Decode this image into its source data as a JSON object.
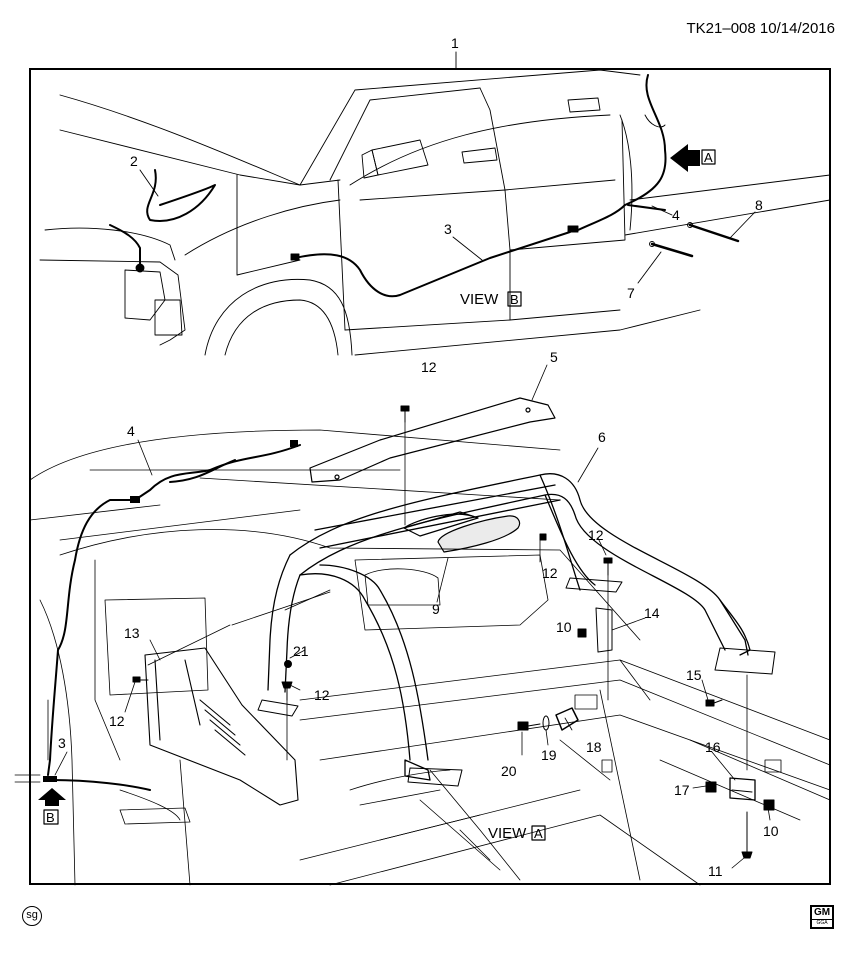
{
  "header": {
    "code": "TK21–008",
    "date": "10/14/2016"
  },
  "callouts": {
    "c1": "1",
    "c2": "2",
    "c3a": "3",
    "c4a": "4",
    "c5": "5",
    "c6": "6",
    "c7": "7",
    "c8": "8",
    "c9": "9",
    "c10a": "10",
    "c11": "11",
    "c12a": "12",
    "c12b": "12",
    "c12c": "12",
    "c12d": "12",
    "c12e": "12",
    "c13": "13",
    "c14": "14",
    "c15": "15",
    "c16": "16",
    "c17": "17",
    "c18": "18",
    "c19": "19",
    "c20": "20",
    "c21": "21",
    "c10b": "10",
    "c4b": "4",
    "c3b": "3"
  },
  "views": {
    "view_b_word": "VIEW",
    "view_b_letter": "B",
    "view_a_word": "VIEW",
    "view_a_letter": "A"
  },
  "arrows": {
    "top_letter": "A",
    "bottom_letter": "B"
  },
  "footer": {
    "left_mark": "sg",
    "logo_main": "GM",
    "logo_sub": "GGA"
  }
}
